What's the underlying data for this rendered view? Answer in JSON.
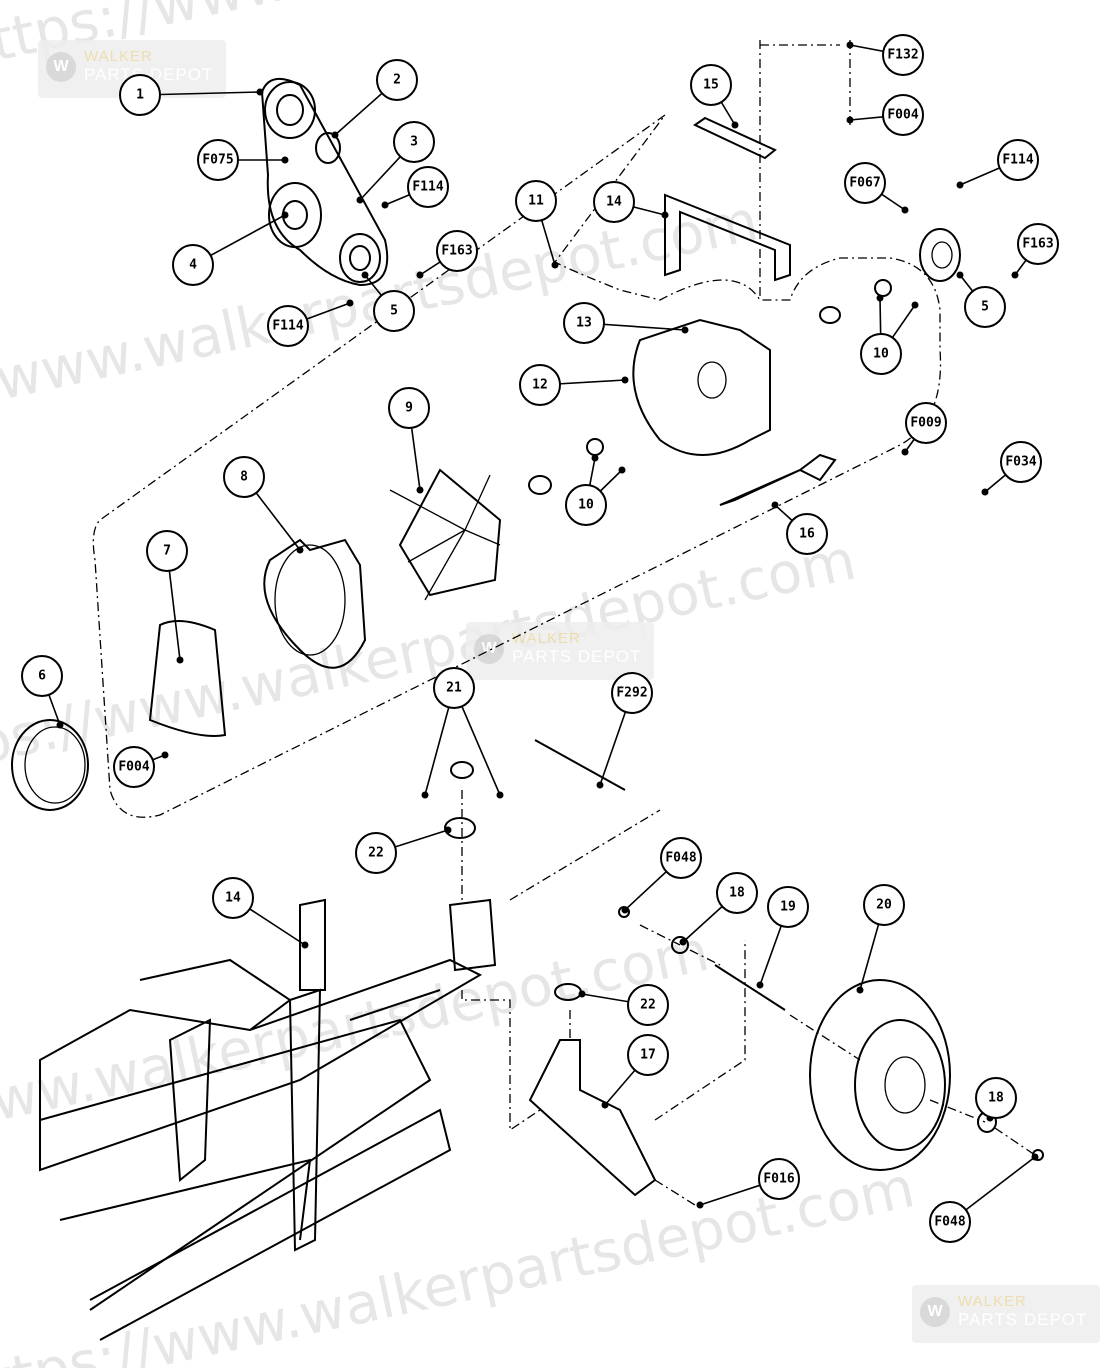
{
  "watermark": {
    "url_text": "https://www.walkerpartsdepot.com",
    "brand_line1": "WALKER",
    "brand_line2": "PARTS DEPOT"
  },
  "callouts": [
    "1",
    "2",
    "3",
    "F075",
    "F114",
    "4",
    "5",
    "F163",
    "F114",
    "15",
    "F132",
    "F004",
    "14",
    "11",
    "F067",
    "F114",
    "F163",
    "5",
    "13",
    "12",
    "10",
    "9",
    "8",
    "10",
    "F009",
    "F034",
    "16",
    "7",
    "6",
    "F004",
    "21",
    "F292",
    "22",
    "14",
    "F048",
    "18",
    "19",
    "20",
    "22",
    "17",
    "F016",
    "18",
    "F048"
  ]
}
